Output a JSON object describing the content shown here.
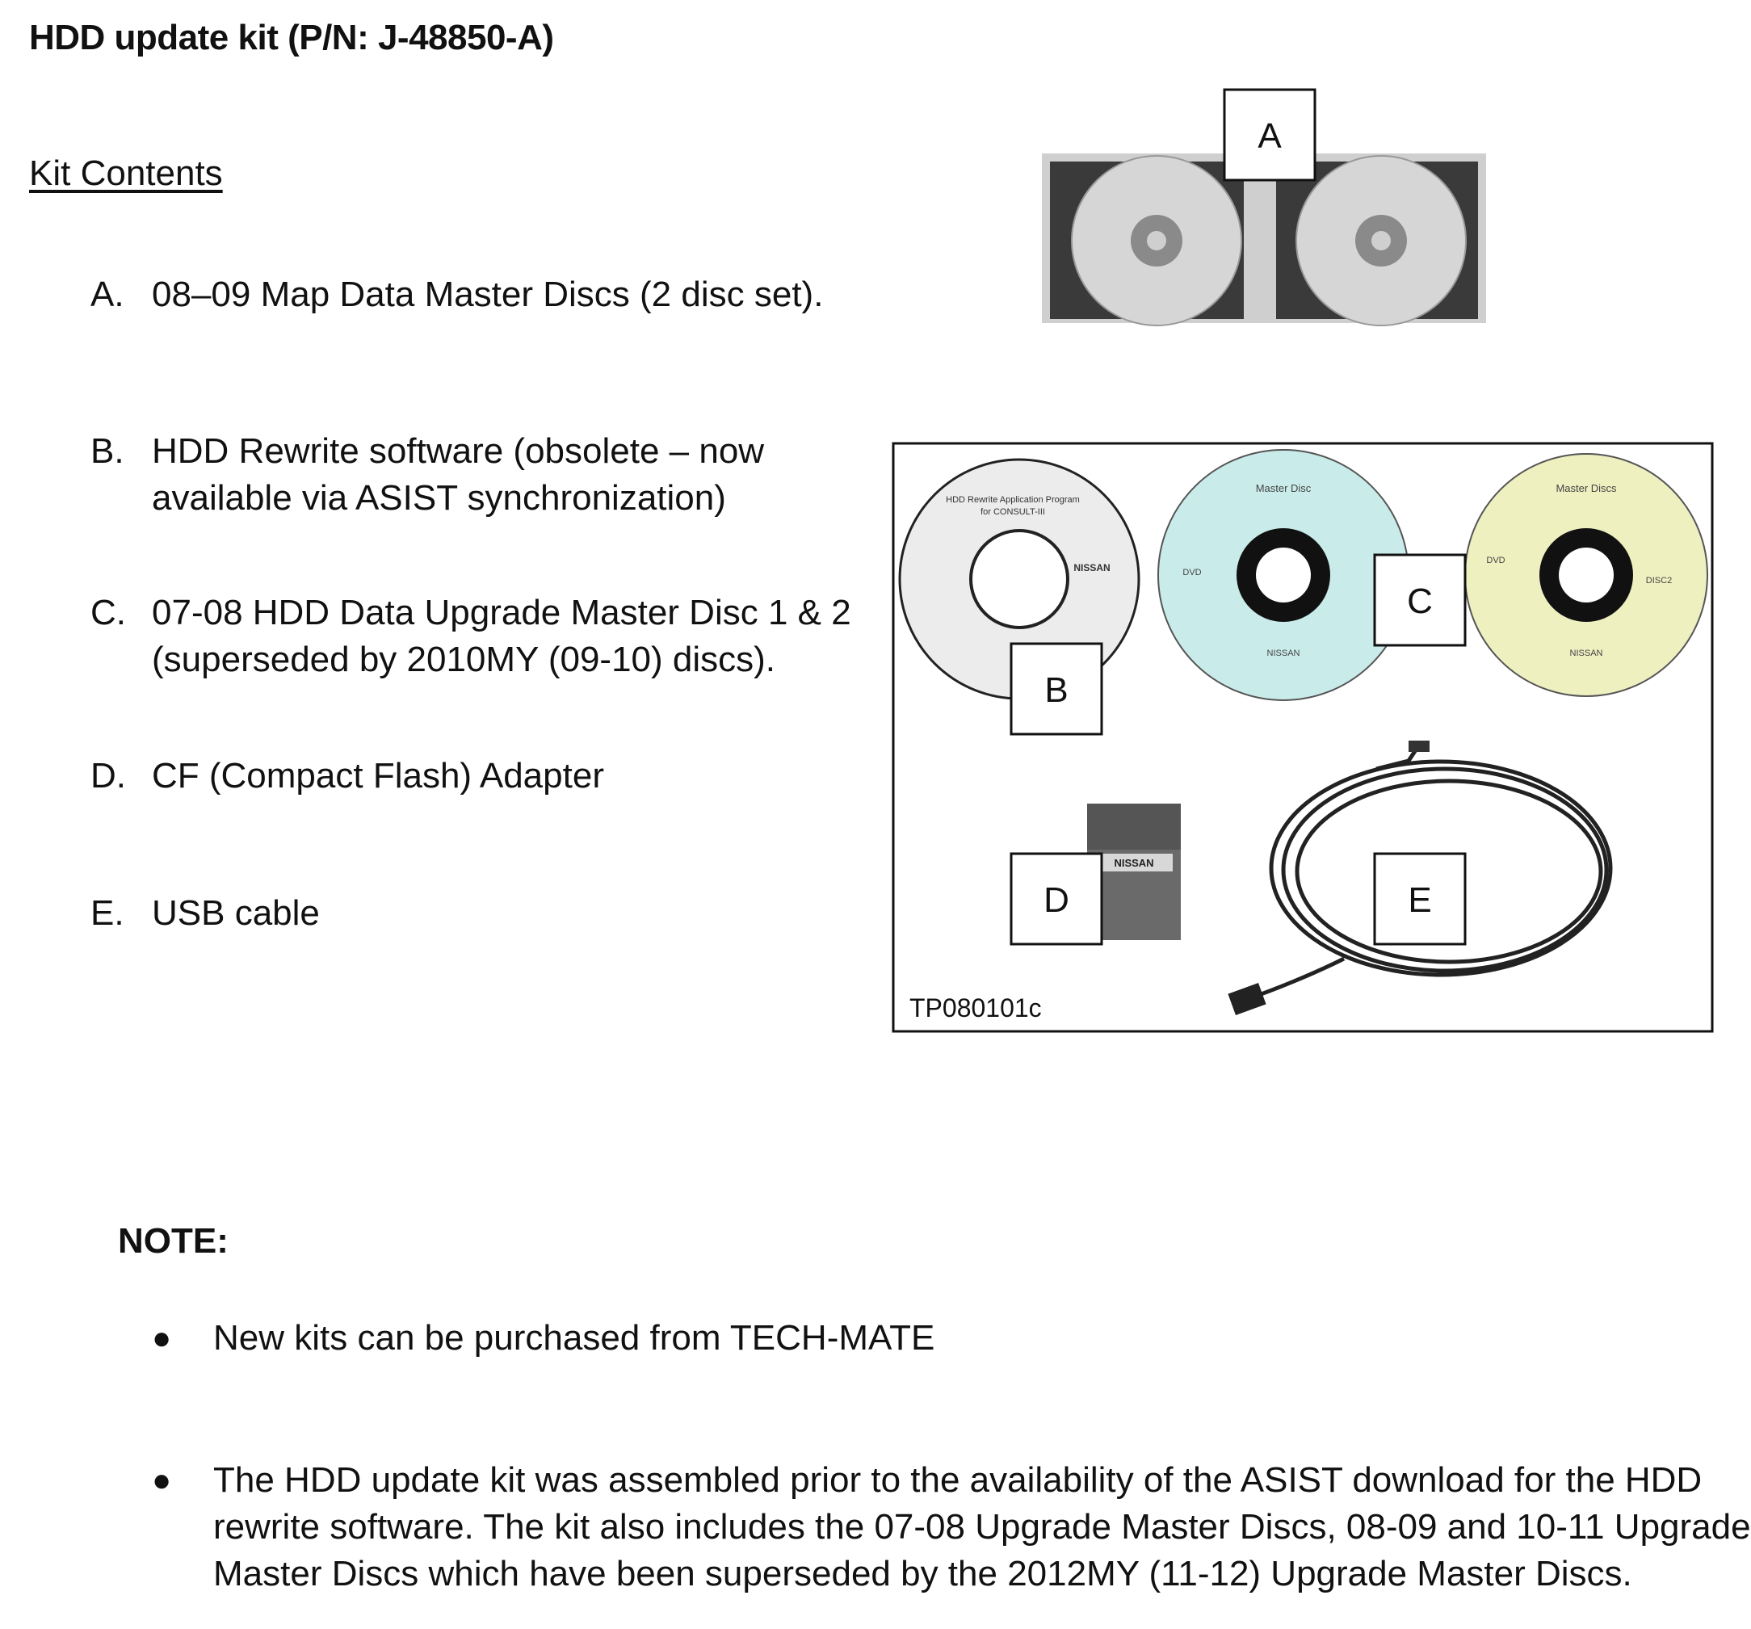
{
  "title": "HDD update kit (P/N: J-48850-A)",
  "kit_contents_heading": "Kit Contents",
  "items": [
    {
      "letter": "A.",
      "lines": [
        "08–09 Map Data Master Discs (2 disc set)."
      ]
    },
    {
      "letter": "B.",
      "lines": [
        "HDD Rewrite software (obsolete – now",
        "available via ASIST synchronization)"
      ]
    },
    {
      "letter": "C.",
      "lines": [
        "07-08 HDD Data Upgrade Master Disc 1 & 2",
        "(superseded by 2010MY (09-10) discs)."
      ]
    },
    {
      "letter": "D.",
      "lines": [
        "CF (Compact Flash) Adapter"
      ]
    },
    {
      "letter": "E.",
      "lines": [
        "USB cable"
      ]
    }
  ],
  "photo_a": {
    "label": "A"
  },
  "photo_b": {
    "labels": {
      "b": "B",
      "c": "C",
      "d": "D",
      "e": "E"
    },
    "caption": "TP080101c",
    "disc_brand": "NISSAN",
    "disc_b_title_1": "HDD Rewrite Application Program",
    "disc_b_title_2": "for CONSULT-III",
    "disc_master": "Master Disc",
    "disc_master2": "Master Discs",
    "disc_c_tag": "DISC2",
    "dvd": "DVD"
  },
  "note": {
    "heading": "NOTE:",
    "bullets": [
      {
        "lines": [
          "New kits can be purchased from TECH-MATE"
        ]
      },
      {
        "lines": [
          "The HDD update kit was assembled prior to the availability of the ASIST download for the HDD",
          "rewrite software. The kit also includes the 07-08 Upgrade Master Discs, 08-09 and 10-11 Upgrade",
          "Master Discs which have been superseded by the 2012MY (11-12) Upgrade Master Discs."
        ]
      }
    ]
  },
  "colors": {
    "text": "#111111",
    "disc_teal": "#c9ecea",
    "disc_yellow": "#eef0c0",
    "disc_grey": "#d2d2d2",
    "cable": "#222222"
  }
}
